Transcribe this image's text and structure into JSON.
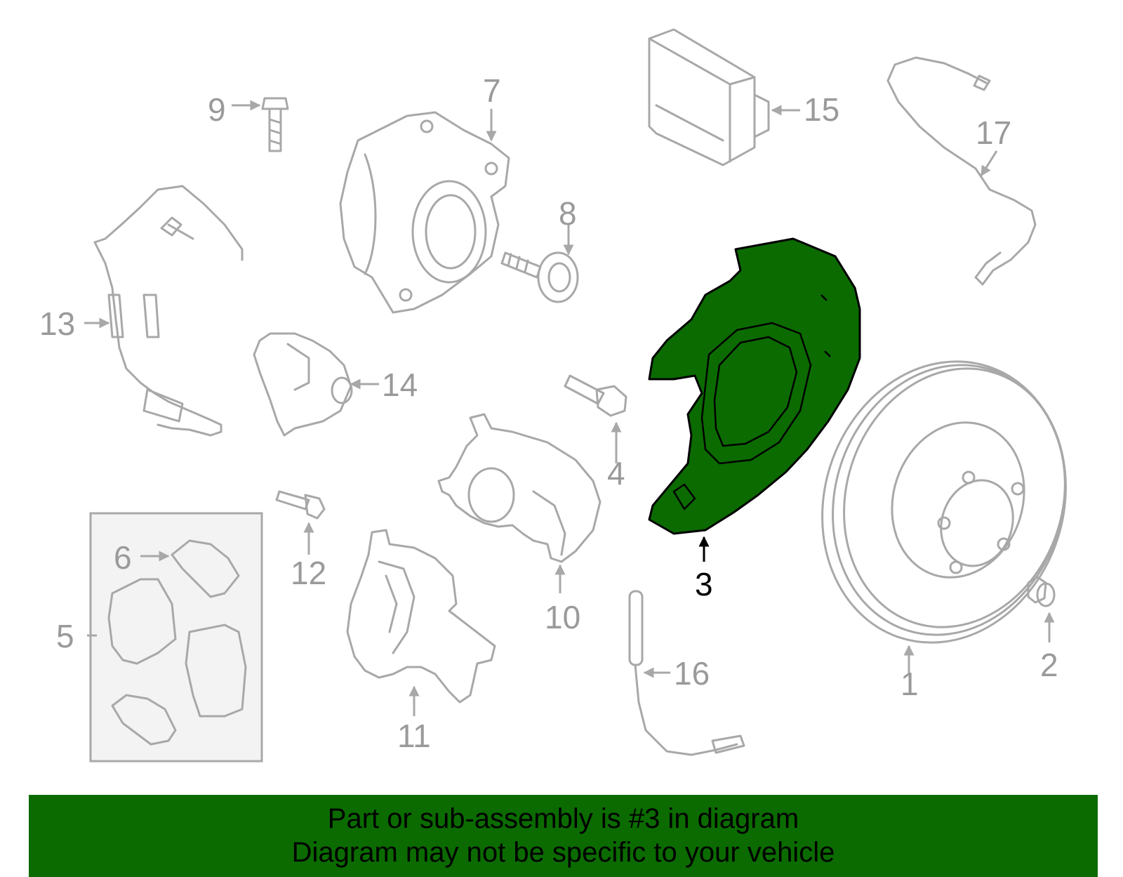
{
  "diagram": {
    "callouts": {
      "c1": "1",
      "c2": "2",
      "c3": "3",
      "c4": "4",
      "c5": "5",
      "c6": "6",
      "c7": "7",
      "c8": "8",
      "c9": "9",
      "c10": "10",
      "c11": "11",
      "c12": "12",
      "c13": "13",
      "c14": "14",
      "c15": "15",
      "c16": "16",
      "c17": "17"
    },
    "highlighted_part": "3",
    "highlight_color": "#0b6b00",
    "part_line_color": "#a8a8a8"
  },
  "banner": {
    "line1": "Part or sub-assembly is #3 in diagram",
    "line2": "Diagram may not be specific to your vehicle",
    "background": "#0b6b00"
  }
}
